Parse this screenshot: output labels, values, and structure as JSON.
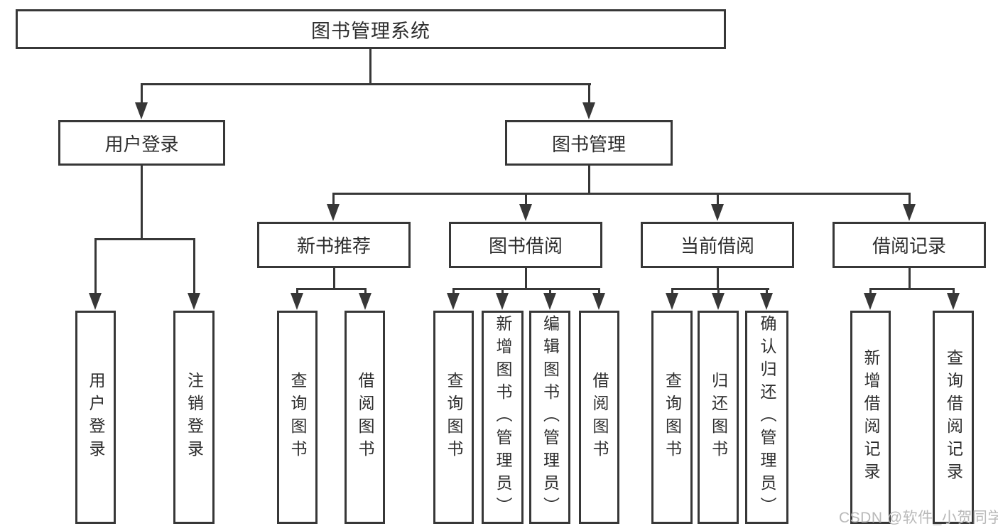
{
  "diagram_title": "图书管理系统",
  "nodes": [
    {
      "id": "root",
      "label": "图书管理系统"
    },
    {
      "id": "user-login",
      "label": "用户登录"
    },
    {
      "id": "book-management",
      "label": "图书管理"
    },
    {
      "id": "user-login-action",
      "label": "用户登录"
    },
    {
      "id": "logout-action",
      "label": "注销登录"
    },
    {
      "id": "new-book-recommend",
      "label": "新书推荐"
    },
    {
      "id": "book-borrowing",
      "label": "图书借阅"
    },
    {
      "id": "current-borrowing",
      "label": "当前借阅"
    },
    {
      "id": "borrowing-records",
      "label": "借阅记录"
    },
    {
      "id": "query-books-recommend",
      "label": "查询图书"
    },
    {
      "id": "borrow-books-recommend",
      "label": "借阅图书"
    },
    {
      "id": "query-books-borrowing",
      "label": "查询图书"
    },
    {
      "id": "add-books-admin",
      "label": "新增图书（管理员）"
    },
    {
      "id": "edit-books-admin",
      "label": "编辑图书（管理员）"
    },
    {
      "id": "borrow-books-borrowing",
      "label": "借阅图书"
    },
    {
      "id": "query-books-current",
      "label": "查询图书"
    },
    {
      "id": "return-books",
      "label": "归还图书"
    },
    {
      "id": "confirm-return-admin",
      "label": "确认归还（管理员）"
    },
    {
      "id": "add-borrow-record",
      "label": "新增借阅记录"
    },
    {
      "id": "query-borrow-record",
      "label": "查询借阅记录"
    }
  ],
  "edges": [
    [
      "root",
      "user-login"
    ],
    [
      "root",
      "book-management"
    ],
    [
      "user-login",
      "user-login-action"
    ],
    [
      "user-login",
      "logout-action"
    ],
    [
      "book-management",
      "new-book-recommend"
    ],
    [
      "book-management",
      "book-borrowing"
    ],
    [
      "book-management",
      "current-borrowing"
    ],
    [
      "book-management",
      "borrowing-records"
    ],
    [
      "new-book-recommend",
      "query-books-recommend"
    ],
    [
      "new-book-recommend",
      "borrow-books-recommend"
    ],
    [
      "book-borrowing",
      "query-books-borrowing"
    ],
    [
      "book-borrowing",
      "add-books-admin"
    ],
    [
      "book-borrowing",
      "edit-books-admin"
    ],
    [
      "book-borrowing",
      "borrow-books-borrowing"
    ],
    [
      "current-borrowing",
      "query-books-current"
    ],
    [
      "current-borrowing",
      "return-books"
    ],
    [
      "current-borrowing",
      "confirm-return-admin"
    ],
    [
      "borrowing-records",
      "add-borrow-record"
    ],
    [
      "borrowing-records",
      "query-borrow-record"
    ]
  ],
  "watermark": {
    "text": "CSDN @软件_小贺同学"
  },
  "colors": {
    "line": "#373737",
    "text": "#2d2d2d",
    "watermark": "#b9b9b9",
    "background": "#ffffff"
  }
}
